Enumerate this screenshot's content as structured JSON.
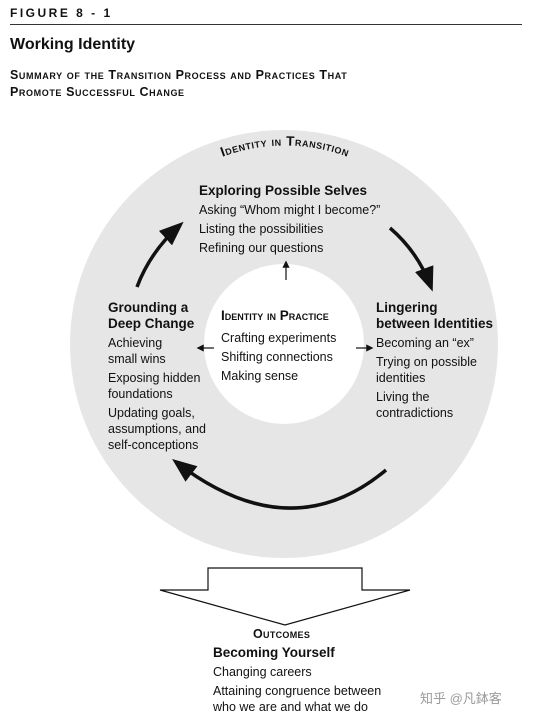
{
  "figure_label": "FIGURE 8 - 1",
  "title": "Working Identity",
  "subtitle": {
    "line1": "Summary of the Transition Process and Practices That",
    "line2": "Promote Successful Change"
  },
  "ring_label": "Identity in Transition",
  "top_node": {
    "heading": "Exploring Possible Selves",
    "items": [
      "Asking “Whom might I become?”",
      "Listing the possibilities",
      "Refining our questions"
    ]
  },
  "right_node": {
    "heading": [
      "Lingering",
      "between Identities"
    ],
    "items": [
      [
        "Becoming an “ex”"
      ],
      [
        "Trying on possible",
        "identities"
      ],
      [
        "Living the",
        "contradictions"
      ]
    ]
  },
  "left_node": {
    "heading": [
      "Grounding a",
      "Deep Change"
    ],
    "items": [
      [
        "Achieving",
        "small wins"
      ],
      [
        "Exposing hidden",
        "foundations"
      ],
      [
        "Updating goals,",
        "assumptions, and",
        "self-conceptions"
      ]
    ]
  },
  "center_node": {
    "heading": "Identity in Practice",
    "items": [
      "Crafting experiments",
      "Shifting connections",
      "Making sense"
    ]
  },
  "outcomes": {
    "label": "Outcomes",
    "heading": "Becoming Yourself",
    "items": [
      [
        "Changing careers"
      ],
      [
        "Attaining congruence between",
        "who we are and what we do"
      ]
    ]
  },
  "watermark": "知乎 @凡鉢客",
  "colors": {
    "ring": "#e6e6e6",
    "text": "#111111",
    "arrow": "#111111"
  }
}
